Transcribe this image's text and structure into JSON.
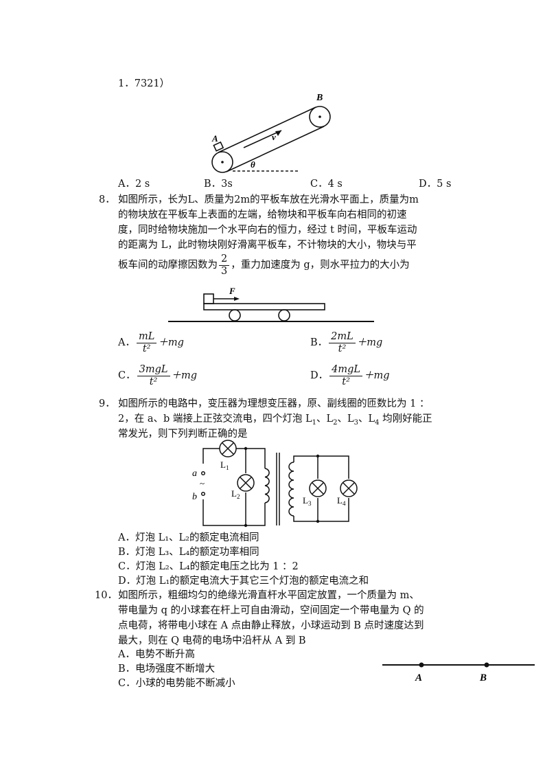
{
  "header_fragment": "1．7321）",
  "q7": {
    "options": [
      "A．2 s",
      "B．3s",
      "C．4 s",
      "D．5 s"
    ],
    "fig_labels": {
      "a": "A",
      "b": "B",
      "v": "v",
      "theta": "θ"
    }
  },
  "q8": {
    "num": "8．",
    "lines": [
      "如图所示，长为L、质量为2m的平板车放在光滑水平面上，质量为m",
      "的物块放在平板车上表面的左端，给物块和平板车向右相同的初速",
      "度，同时给物块施加一个水平向右的恒力，经过 t 时间，平板车运动",
      "的距离为 L，此时物块刚好滑离平板车，不计物块的大小，物块与平"
    ],
    "last_line_pre": "板车间的动摩擦因数为",
    "frac_num": "2",
    "frac_den": "3",
    "last_line_post": "，重力加速度为 g，则水平拉力的大小为",
    "fig_label_f": "F",
    "opts": [
      {
        "letter": "A．",
        "num": "mL",
        "den": "t²",
        "tail": "＋mg"
      },
      {
        "letter": "B．",
        "num": "2mL",
        "den": "t²",
        "tail": "＋mg"
      },
      {
        "letter": "C．",
        "num": "3mgL",
        "den": "t²",
        "tail": "＋mg"
      },
      {
        "letter": "D．",
        "num": "4mgL",
        "den": "t²",
        "tail": "＋mg"
      }
    ]
  },
  "q9": {
    "num": "9．",
    "line1": "如图所示的电路中，变压器为理想变压器，原、副线圈的匝数比为 1 ：",
    "line2_pre": "2，在 a、b 端接上正弦交流电，四个灯泡 L",
    "line2_post": "均刚好能正",
    "line3": "常发光，则下列判断正确的是",
    "fig": {
      "a": "a",
      "b": "b",
      "tilde": "~",
      "l1": "L",
      "l2": "L",
      "l3": "L",
      "l4": "L",
      "s1": "1",
      "s2": "2",
      "s3": "3",
      "s4": "4"
    },
    "opt_a": "A．灯泡 L₁、L₂的额定电流相同",
    "opt_b": "B．灯泡 L₃、L₄的额定功率相同",
    "opt_c": "C．灯泡 L₂、L₄的额定电压之比为 1 ：2",
    "opt_d": "D．灯泡 L₁的额定电流大于其它三个灯泡的额定电流之和"
  },
  "q10": {
    "num": "10．",
    "lines": [
      "如图所示，粗细均匀的绝缘光滑直杆水平固定放置，一个质量为 m、",
      "带电量为 q 的小球套在杆上可自由滑动，空间固定一个带电量为 Q 的",
      "点电荷，将带电小球在 A 点由静止释放，小球运动到 B 点时速度达到",
      "最大，则在 Q 电荷的电场中沿杆从 A 到 B"
    ],
    "opts": [
      "A．电势不断升高",
      "B．电场强度不断增大",
      "C．小球的电势能不断减小"
    ],
    "fig": {
      "a": "A",
      "b": "B"
    }
  }
}
